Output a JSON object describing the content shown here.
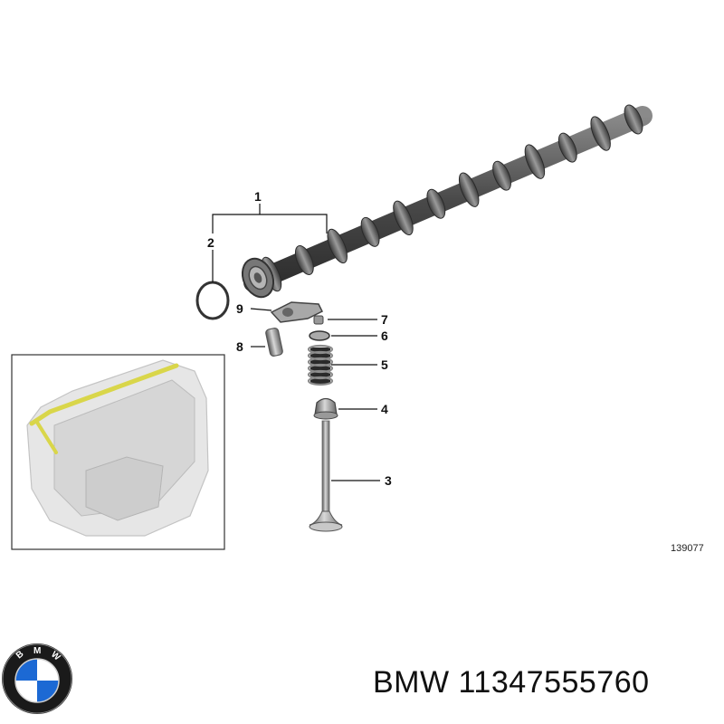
{
  "diagram": {
    "callouts": [
      "1",
      "2",
      "3",
      "4",
      "5",
      "6",
      "7",
      "8",
      "9"
    ],
    "figure_number": "139077"
  },
  "logo": {
    "icon": "bmw-roundel-icon",
    "lettering": "BMW",
    "colors": {
      "blue": "#1c69d4",
      "white": "#ffffff",
      "ring": "#111111"
    }
  },
  "footer": {
    "brand": "BMW",
    "part_number": "11347555760"
  }
}
